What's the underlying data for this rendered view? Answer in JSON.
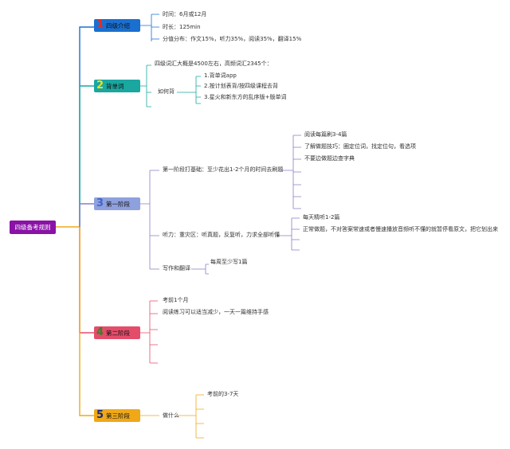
{
  "root": {
    "label": "四级备考规则"
  },
  "colors": {
    "root": "#8a12a6",
    "n1": "#1a6fd0",
    "n2": "#19a7a0",
    "n3": "#8ea0dd",
    "n4": "#e44d6a",
    "n5": "#f0a818",
    "line_blue": "#1a6fd0",
    "line_teal": "#19a7a0",
    "line_purple": "#8a7fc4",
    "line_red": "#e44d6a",
    "line_orange": "#f0a818"
  },
  "nodes": [
    {
      "num": "1",
      "label": "四级介绍",
      "num_color": "#e0302a"
    },
    {
      "num": "2",
      "label": "背单词",
      "num_color": "#f0e020"
    },
    {
      "num": "3",
      "label": "第一阶段",
      "num_color": "#3f67c9"
    },
    {
      "num": "4",
      "label": "第二阶段",
      "num_color": "#3c7f2c"
    },
    {
      "num": "5",
      "label": "第三阶段",
      "num_color": "#1a2a7a"
    }
  ],
  "intro": [
    "时间：6月或12月",
    "时长：125min",
    "分值分布：作文15%，听力35%，阅读35%，翻译15%"
  ],
  "vocab": {
    "main": "四级词汇大概是4500左右，高频词汇2345个：",
    "how": "如何背",
    "how_items": [
      "1.背单词app",
      "2.按计划表背/按四级课程去背",
      "3.星火和新东方的乱序版+版单词"
    ]
  },
  "stage1": {
    "basics": "第一阶段打基础：至少花出1-2个月的时间去刷题",
    "basics_items": [
      "阅读每篇刷3-4篇",
      "了解做题技巧：圈定位词，找定位句，看选项",
      "不要边做题边查字典"
    ],
    "listening": "听力：重灾区：听真题，反复听，力求全部听懂",
    "listening_items": [
      "每天精听1-2篇",
      "正常做题，不对答案常速或者慢速播放音频听不懂的就暂停看原文，把它划出来"
    ],
    "writing": "写作和翻译",
    "writing_items": [
      "每周至少写1篇"
    ]
  },
  "stage2": {
    "items": [
      "考前1个月",
      "阅读练习可以适当减少，一天一篇维持手感"
    ]
  },
  "stage3": {
    "what": "做什么",
    "items": [
      "考前的3-7天"
    ]
  }
}
